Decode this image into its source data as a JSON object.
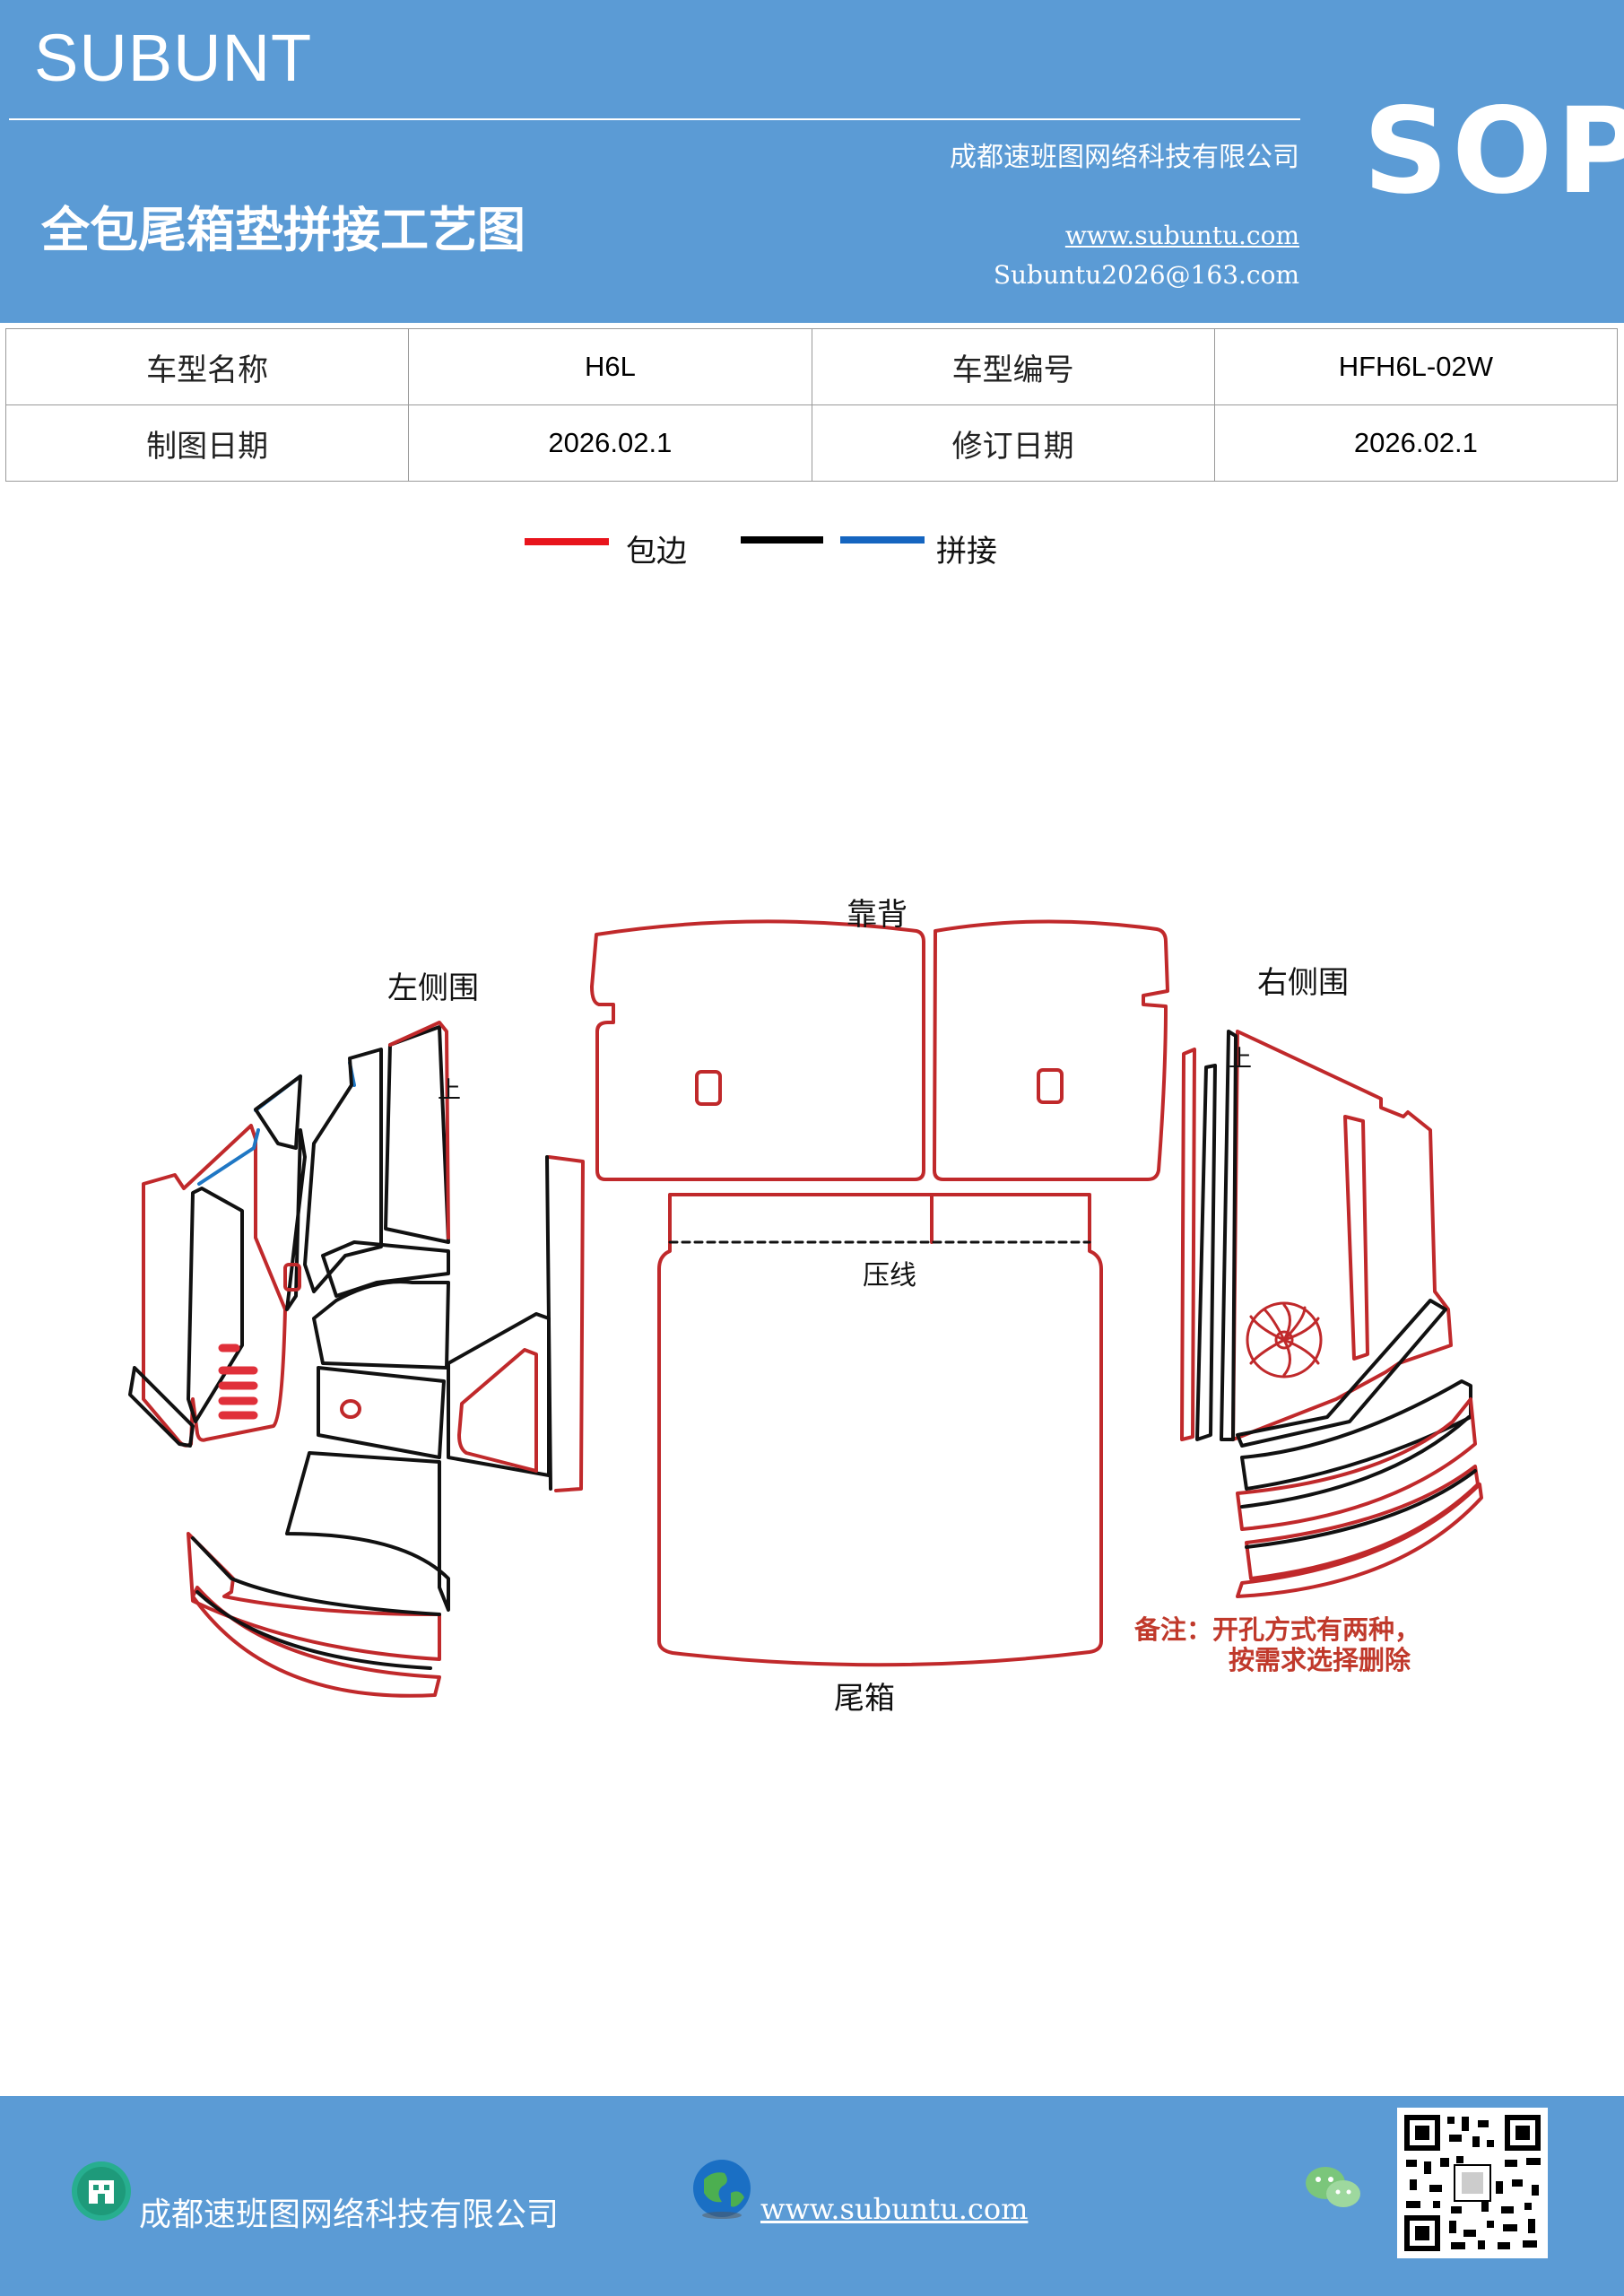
{
  "header": {
    "brand": "SUBUNT",
    "company": "成都速班图网络科技有限公司",
    "title": "全包尾箱垫拼接工艺图",
    "website": "www.subuntu.com",
    "email": "Subuntu2026@163.com",
    "sop_label": "SOP",
    "background_color": "#5b9bd5"
  },
  "info_table": {
    "rows": [
      {
        "label1": "车型名称",
        "value1": "H6L",
        "label2": "车型编号",
        "value2": "HFH6L-02W"
      },
      {
        "label1": "制图日期",
        "value1": "2026.02.1",
        "label2": "修订日期",
        "value2": "2026.02.1"
      }
    ]
  },
  "legend": {
    "items": [
      {
        "label": "包边",
        "color": "#e8141c"
      },
      {
        "label": "",
        "color": "#000000"
      },
      {
        "label": "拼接",
        "color": "#1565c0"
      }
    ]
  },
  "diagram": {
    "backrest_label": "靠背",
    "left_side_label": "左侧围",
    "right_side_label": "右侧围",
    "trunk_label": "尾箱",
    "crease_label": "压线",
    "up_mark_left": "上",
    "up_mark_right": "上",
    "note_line1": "备注：开孔方式有两种，",
    "note_line2": "按需求选择删除",
    "outline_color": "#c0292b",
    "splice_color": "#111111",
    "seam_color": "#1f77c4"
  },
  "footer": {
    "company": "成都速班图网络科技有限公司",
    "website": "www.subuntu.com",
    "icons": [
      "building-icon",
      "globe-icon",
      "wechat-icon",
      "qr-code"
    ]
  }
}
